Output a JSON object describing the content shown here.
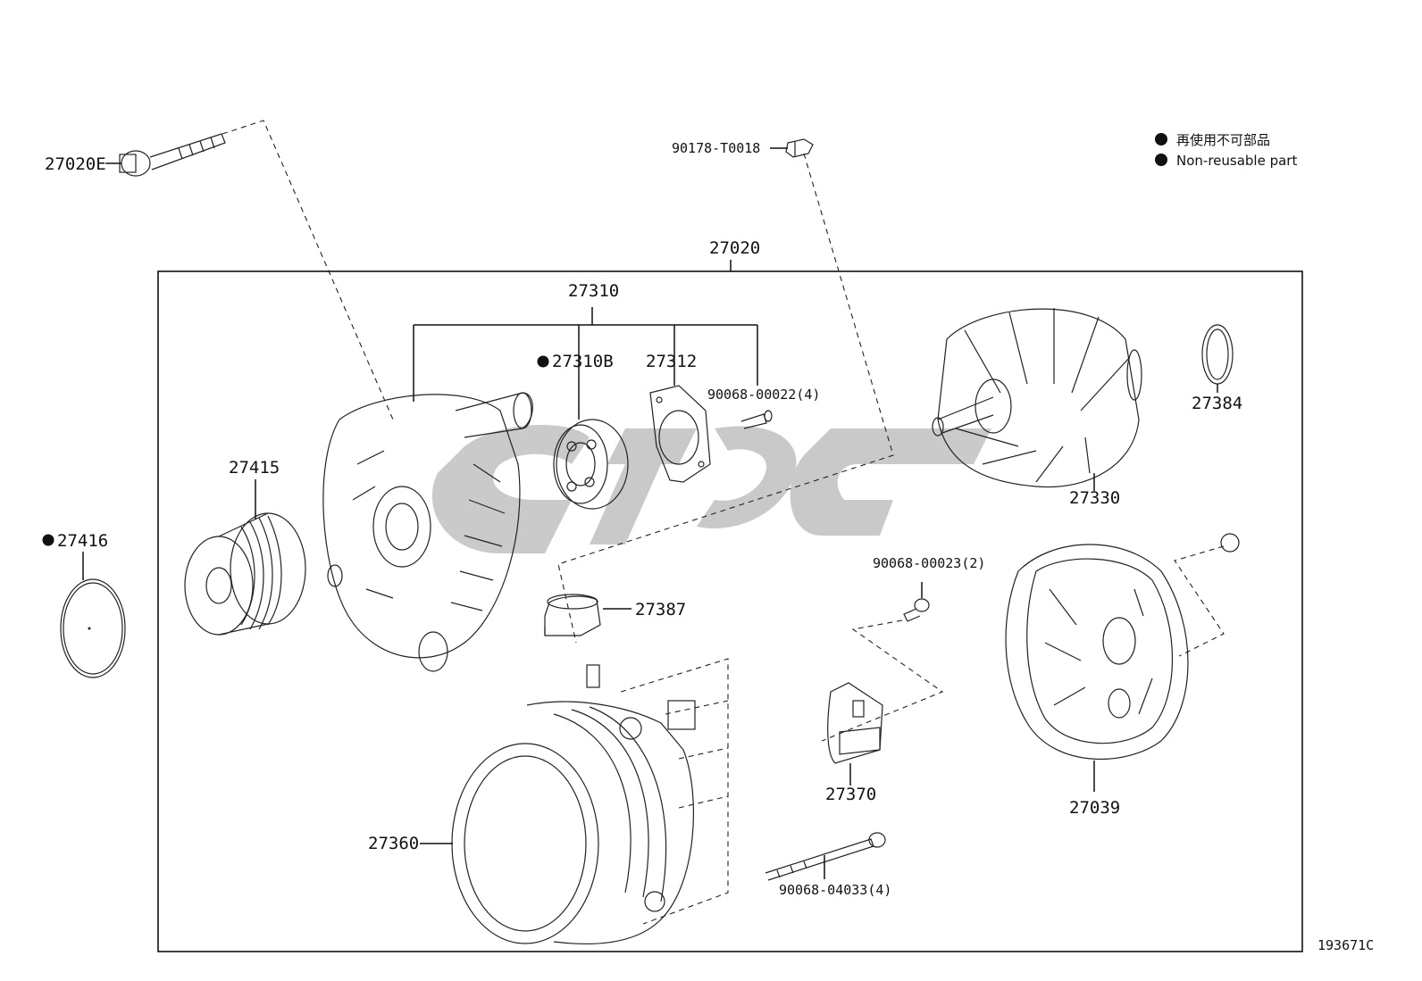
{
  "diagram": {
    "id_code": "193671C",
    "legend": {
      "line1": "再使用不可部品",
      "line2": "Non-reusable part"
    },
    "watermark": "GTSCO",
    "parts": {
      "p27020E": "27020E",
      "p90178": "90178-T0018",
      "p27020": "27020",
      "p27310": "27310",
      "p27310B": "27310B",
      "p27312": "27312",
      "p90068_00022": "90068-00022(4)",
      "p27415": "27415",
      "p27416": "27416",
      "p27384": "27384",
      "p27330": "27330",
      "p90068_00023": "90068-00023(2)",
      "p27387": "27387",
      "p27370": "27370",
      "p27039": "27039",
      "p27360": "27360",
      "p90068_04033": "90068-04033(4)"
    }
  }
}
